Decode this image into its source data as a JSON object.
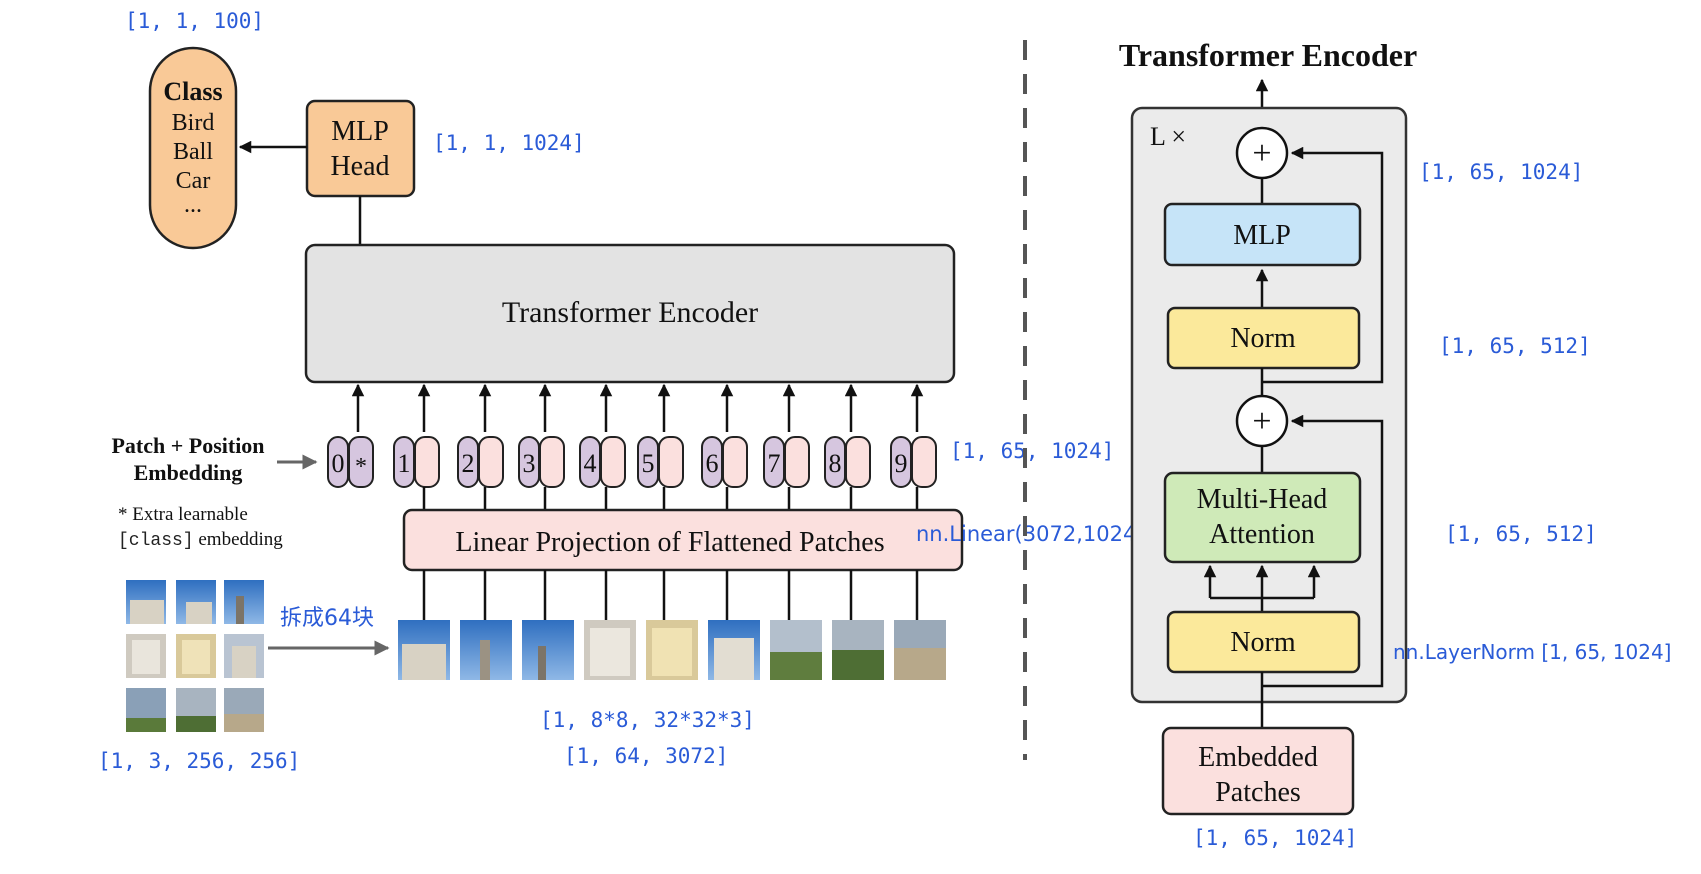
{
  "left": {
    "class_box": {
      "title": "Class",
      "items": [
        "Bird",
        "Ball",
        "Car",
        "..."
      ]
    },
    "class_shape": "[1, 1, 100]",
    "mlp_head": {
      "line1": "MLP",
      "line2": "Head"
    },
    "mlp_head_shape": "[1, 1, 1024]",
    "transformer_encoder": "Transformer Encoder",
    "embedding_label": {
      "line1": "Patch + Position",
      "line2": "Embedding"
    },
    "extra_note": {
      "line1": "* Extra learnable",
      "line2_code": "[class]",
      "line2_rest": " embedding"
    },
    "tokens": [
      "0",
      "1",
      "2",
      "3",
      "4",
      "5",
      "6",
      "7",
      "8",
      "9"
    ],
    "cls_marker": "*",
    "tokens_shape": "[1, 65, 1024]",
    "linear_projection": "Linear Projection of Flattened Patches",
    "linear_annotation": "nn.Linear(3072,1024)",
    "split_label": "拆成64块",
    "input_shape": "[1, 3, 256, 256]",
    "patches_shape_1": "[1, 8*8, 32*32*3]",
    "patches_shape_2": "[1, 64, 3072]"
  },
  "right": {
    "title": "Transformer Encoder",
    "repeat_label": "L ×",
    "plus": "+",
    "mlp": "MLP",
    "norm_top": "Norm",
    "attention": {
      "line1": "Multi-Head",
      "line2": "Attention"
    },
    "norm_bottom": "Norm",
    "embedded_patches": {
      "line1": "Embedded",
      "line2": "Patches"
    },
    "shape_out": "[1, 65, 1024]",
    "shape_norm": "[1, 65, 512]",
    "shape_attention": "[1, 65, 512]",
    "layernorm_annotation": "nn.LayerNorm [1, 65, 1024]",
    "shape_input": "[1, 65, 1024]"
  },
  "colors": {
    "orange": "#f9c997",
    "gray": "#e3e3e3",
    "encoder_bg": "#ebebeb",
    "purple": "#d6c6df",
    "pink": "#fbe0de",
    "blue": "#c6e4f8",
    "yellow": "#fbe99b",
    "green": "#cfeab8",
    "annotation": "#2a5bd7"
  }
}
